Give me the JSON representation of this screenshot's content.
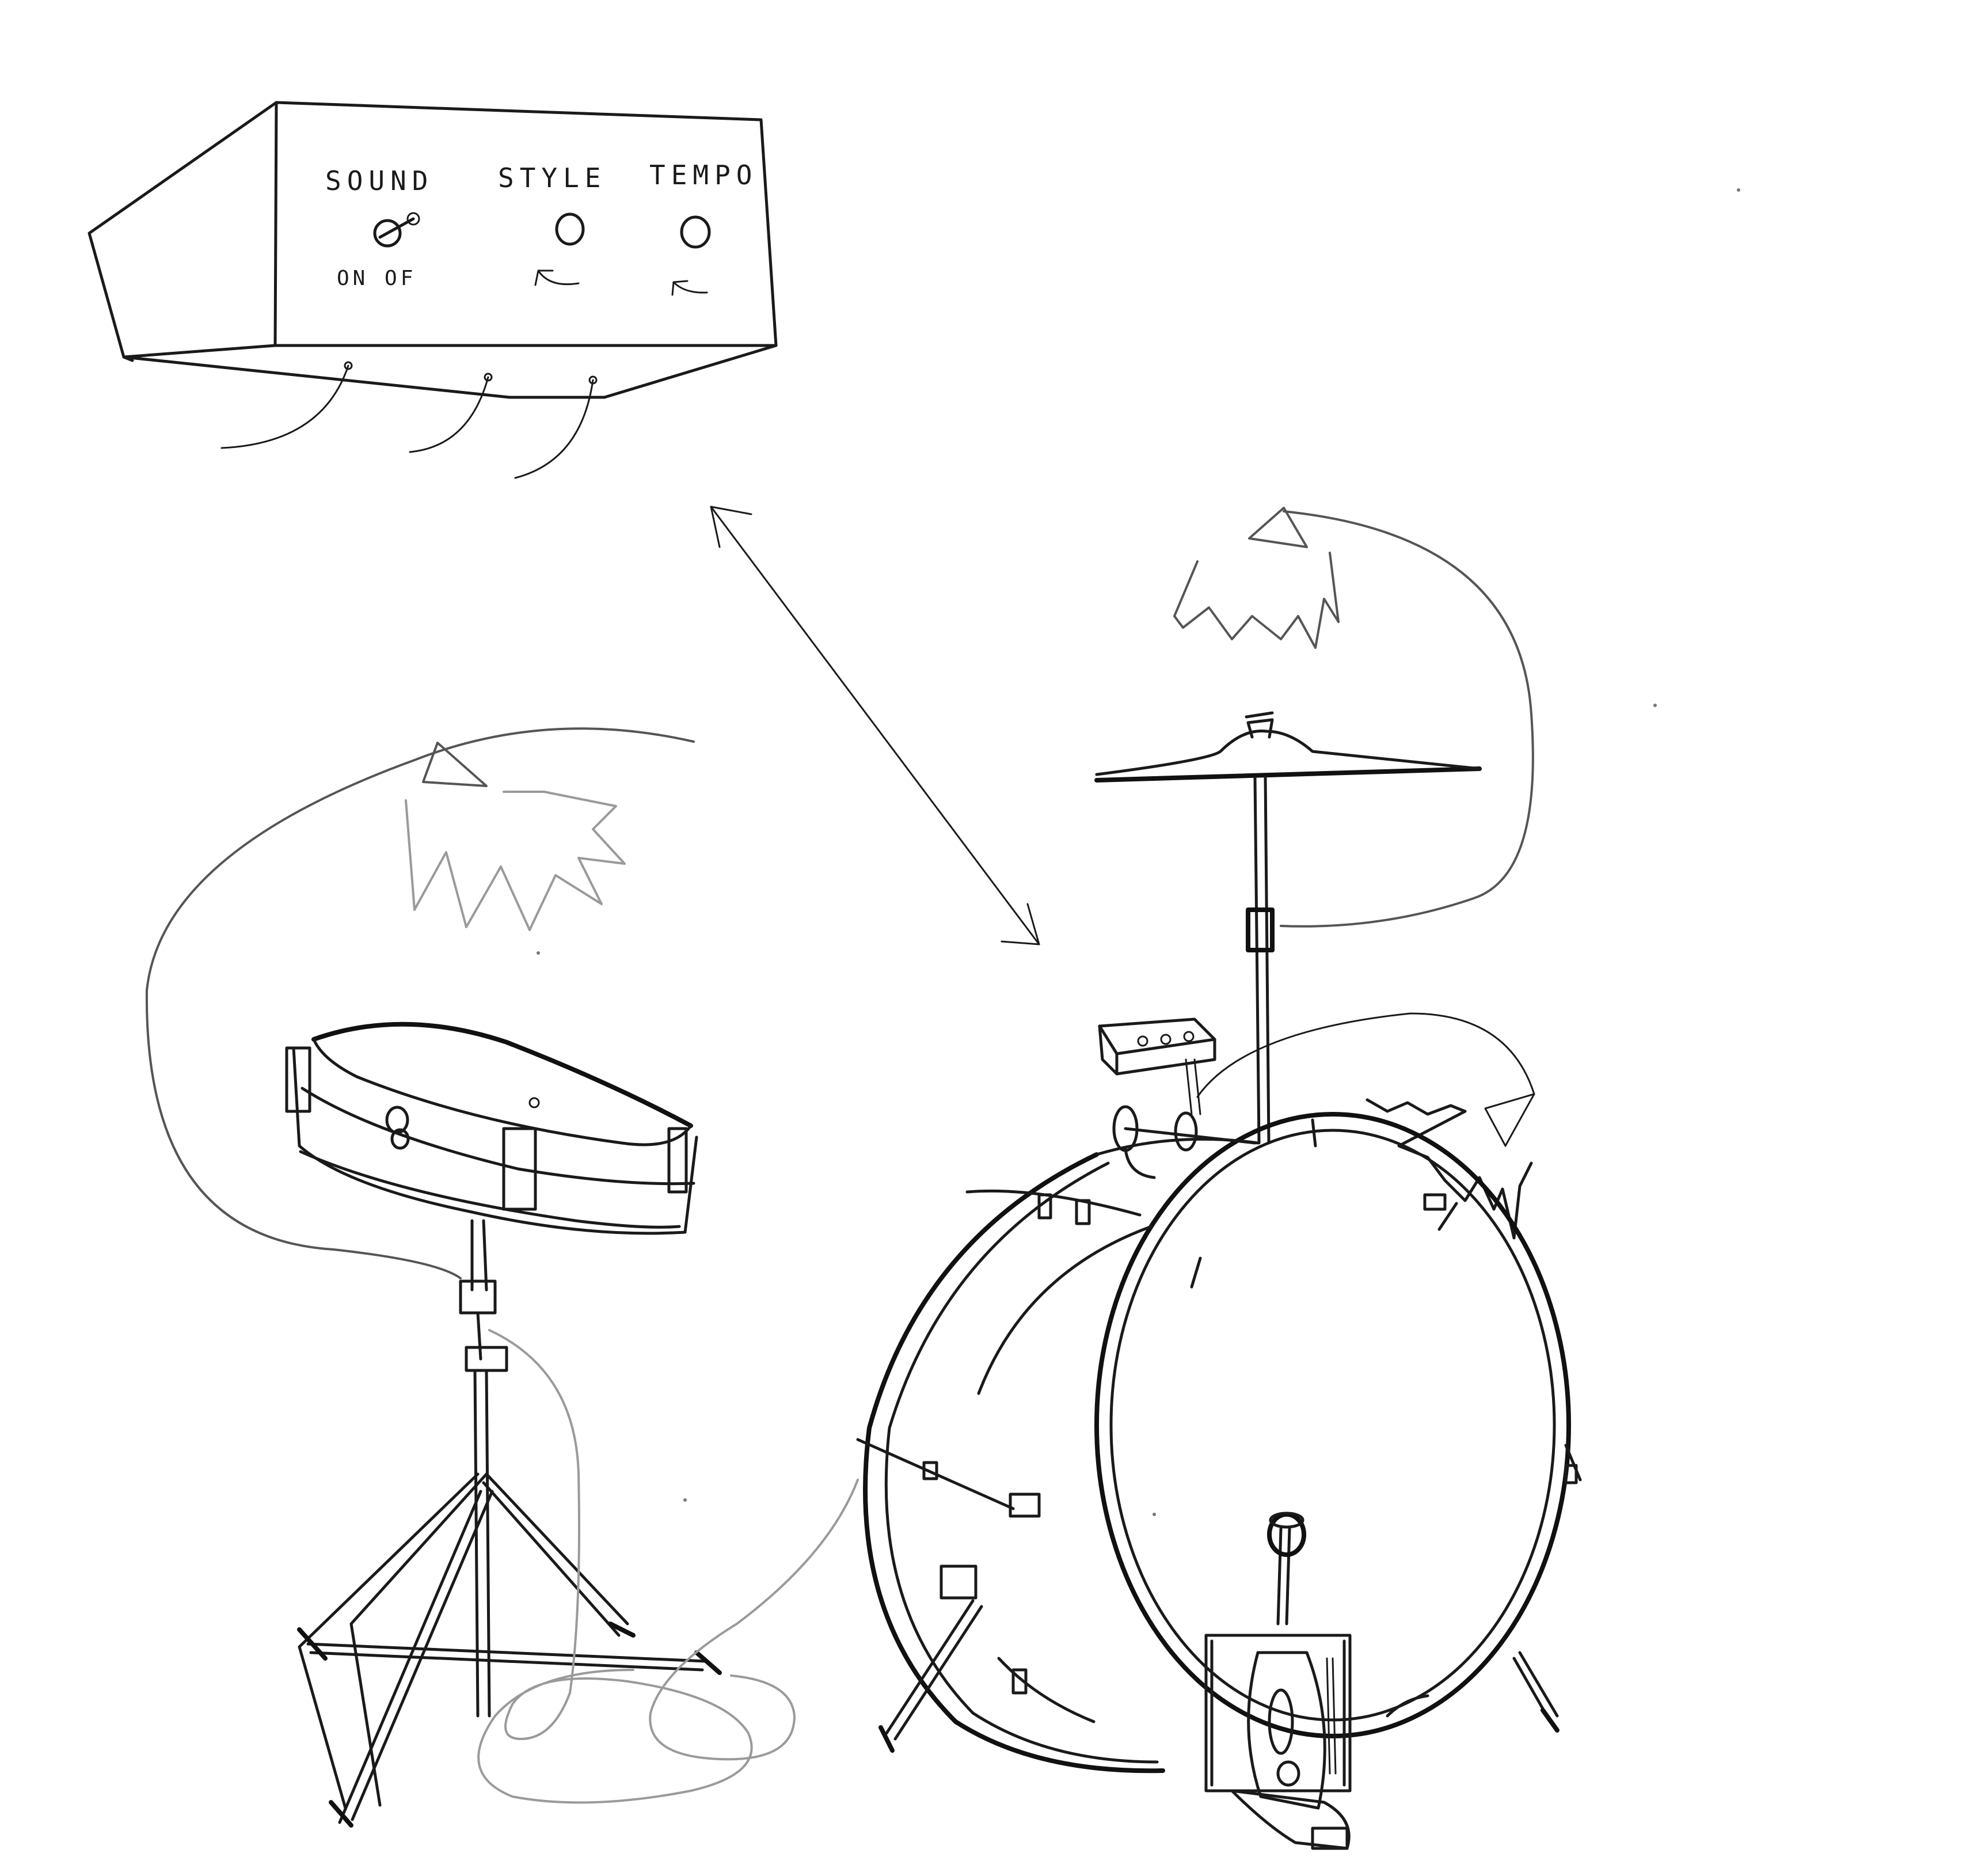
{
  "drum_machine": {
    "labels": {
      "sound": "SOUND",
      "style": "STYLE",
      "tempo": "TEMPO"
    },
    "switch_label": "ON OF",
    "controls": [
      {
        "name": "sound",
        "kind": "toggle-switch"
      },
      {
        "name": "style",
        "kind": "knob"
      },
      {
        "name": "tempo",
        "kind": "knob"
      }
    ],
    "cables": 3
  },
  "drum_kit": {
    "items": [
      "snare-drum",
      "bass-drum",
      "cymbal",
      "sensor-box",
      "bass-drum-pedal"
    ],
    "triggers": [
      "snare-trigger-sound-wave",
      "cymbal-trigger-sound-wave",
      "bass-drum-trigger-sound-wave"
    ]
  },
  "connection": {
    "type": "double-headed-arrow",
    "between": [
      "drum-machine",
      "drum-kit"
    ]
  },
  "icons": [
    "sound-wave-icon",
    "double-arrow-icon",
    "toggle-switch-icon",
    "knob-icon",
    "arrow-left-icon"
  ],
  "colors": {
    "ink": "#1a1a1a",
    "pencil": "#555555",
    "grey_cable": "#9a9a9a",
    "paper": "#ffffff"
  }
}
